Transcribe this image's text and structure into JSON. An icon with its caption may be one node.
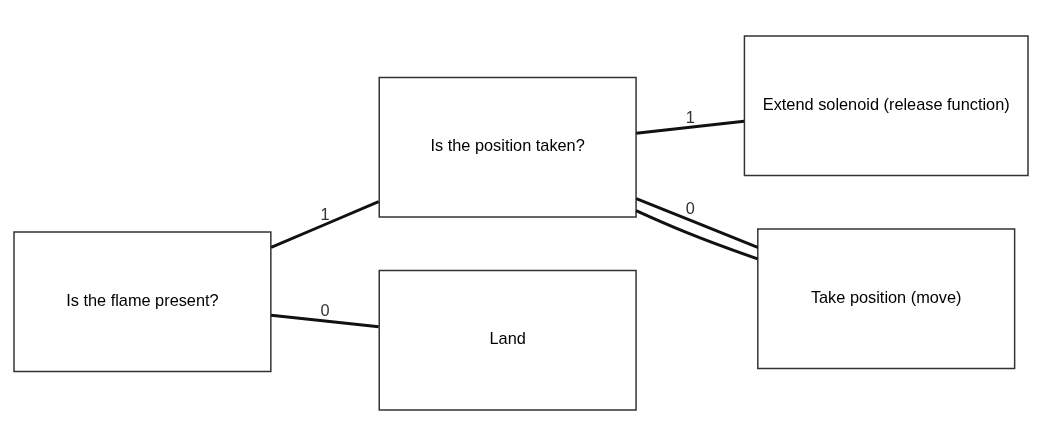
{
  "diagram": {
    "nodes": [
      {
        "text": [
          "Is the flame present?"
        ]
      },
      {
        "text": [
          "Is the position taken?"
        ]
      },
      {
        "text": [
          "Land"
        ]
      },
      {
        "text": [
          "Extend solenoid (release function)"
        ]
      },
      {
        "text": [
          "Take position (move)"
        ]
      }
    ],
    "edges": [
      {
        "from": 0,
        "to": 1,
        "arrow": "none",
        "label": "1"
      },
      {
        "from": 0,
        "to": 2,
        "arrow": "none",
        "label": "0"
      },
      {
        "from": 1,
        "to": 3,
        "arrow": "none",
        "label": "1"
      },
      {
        "from": 1,
        "to": 4,
        "arrow": "none",
        "label": "0"
      },
      {
        "from": 4,
        "to": 1,
        "arrow": "none"
      }
    ]
  }
}
